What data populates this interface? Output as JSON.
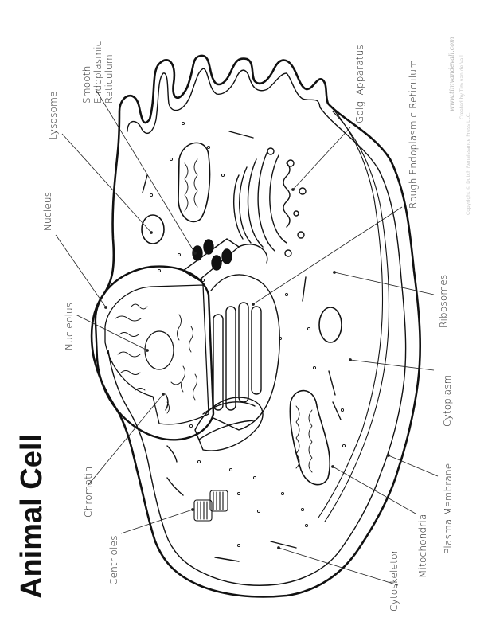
{
  "title": "Animal Cell",
  "watermark": {
    "site": "www.timvandevall.com",
    "notice_1": "Created by Tim van de Vall",
    "notice_2": "Copyright © Dutch Renaissance Press LLC."
  },
  "labels": {
    "centrioles": "Centrioles",
    "chromatin": "Chromatin",
    "nucleolus": "Nucleolus",
    "nucleus": "Nucleus",
    "lysosome": "Lysosome",
    "smooth_er_1": "Smooth",
    "smooth_er_2": "Endoplasmic",
    "smooth_er_3": "Reticulum",
    "golgi": "Golgi Apparatus",
    "rough_er": "Rough Endoplasmic Reticulum",
    "ribosomes": "Ribosomes",
    "cytoplasm": "Cytoplasm",
    "plasma_membrane": "Plasma Membrane",
    "mitochondria": "Mitochondria",
    "cytoskeleton": "Cytoskeleton"
  }
}
